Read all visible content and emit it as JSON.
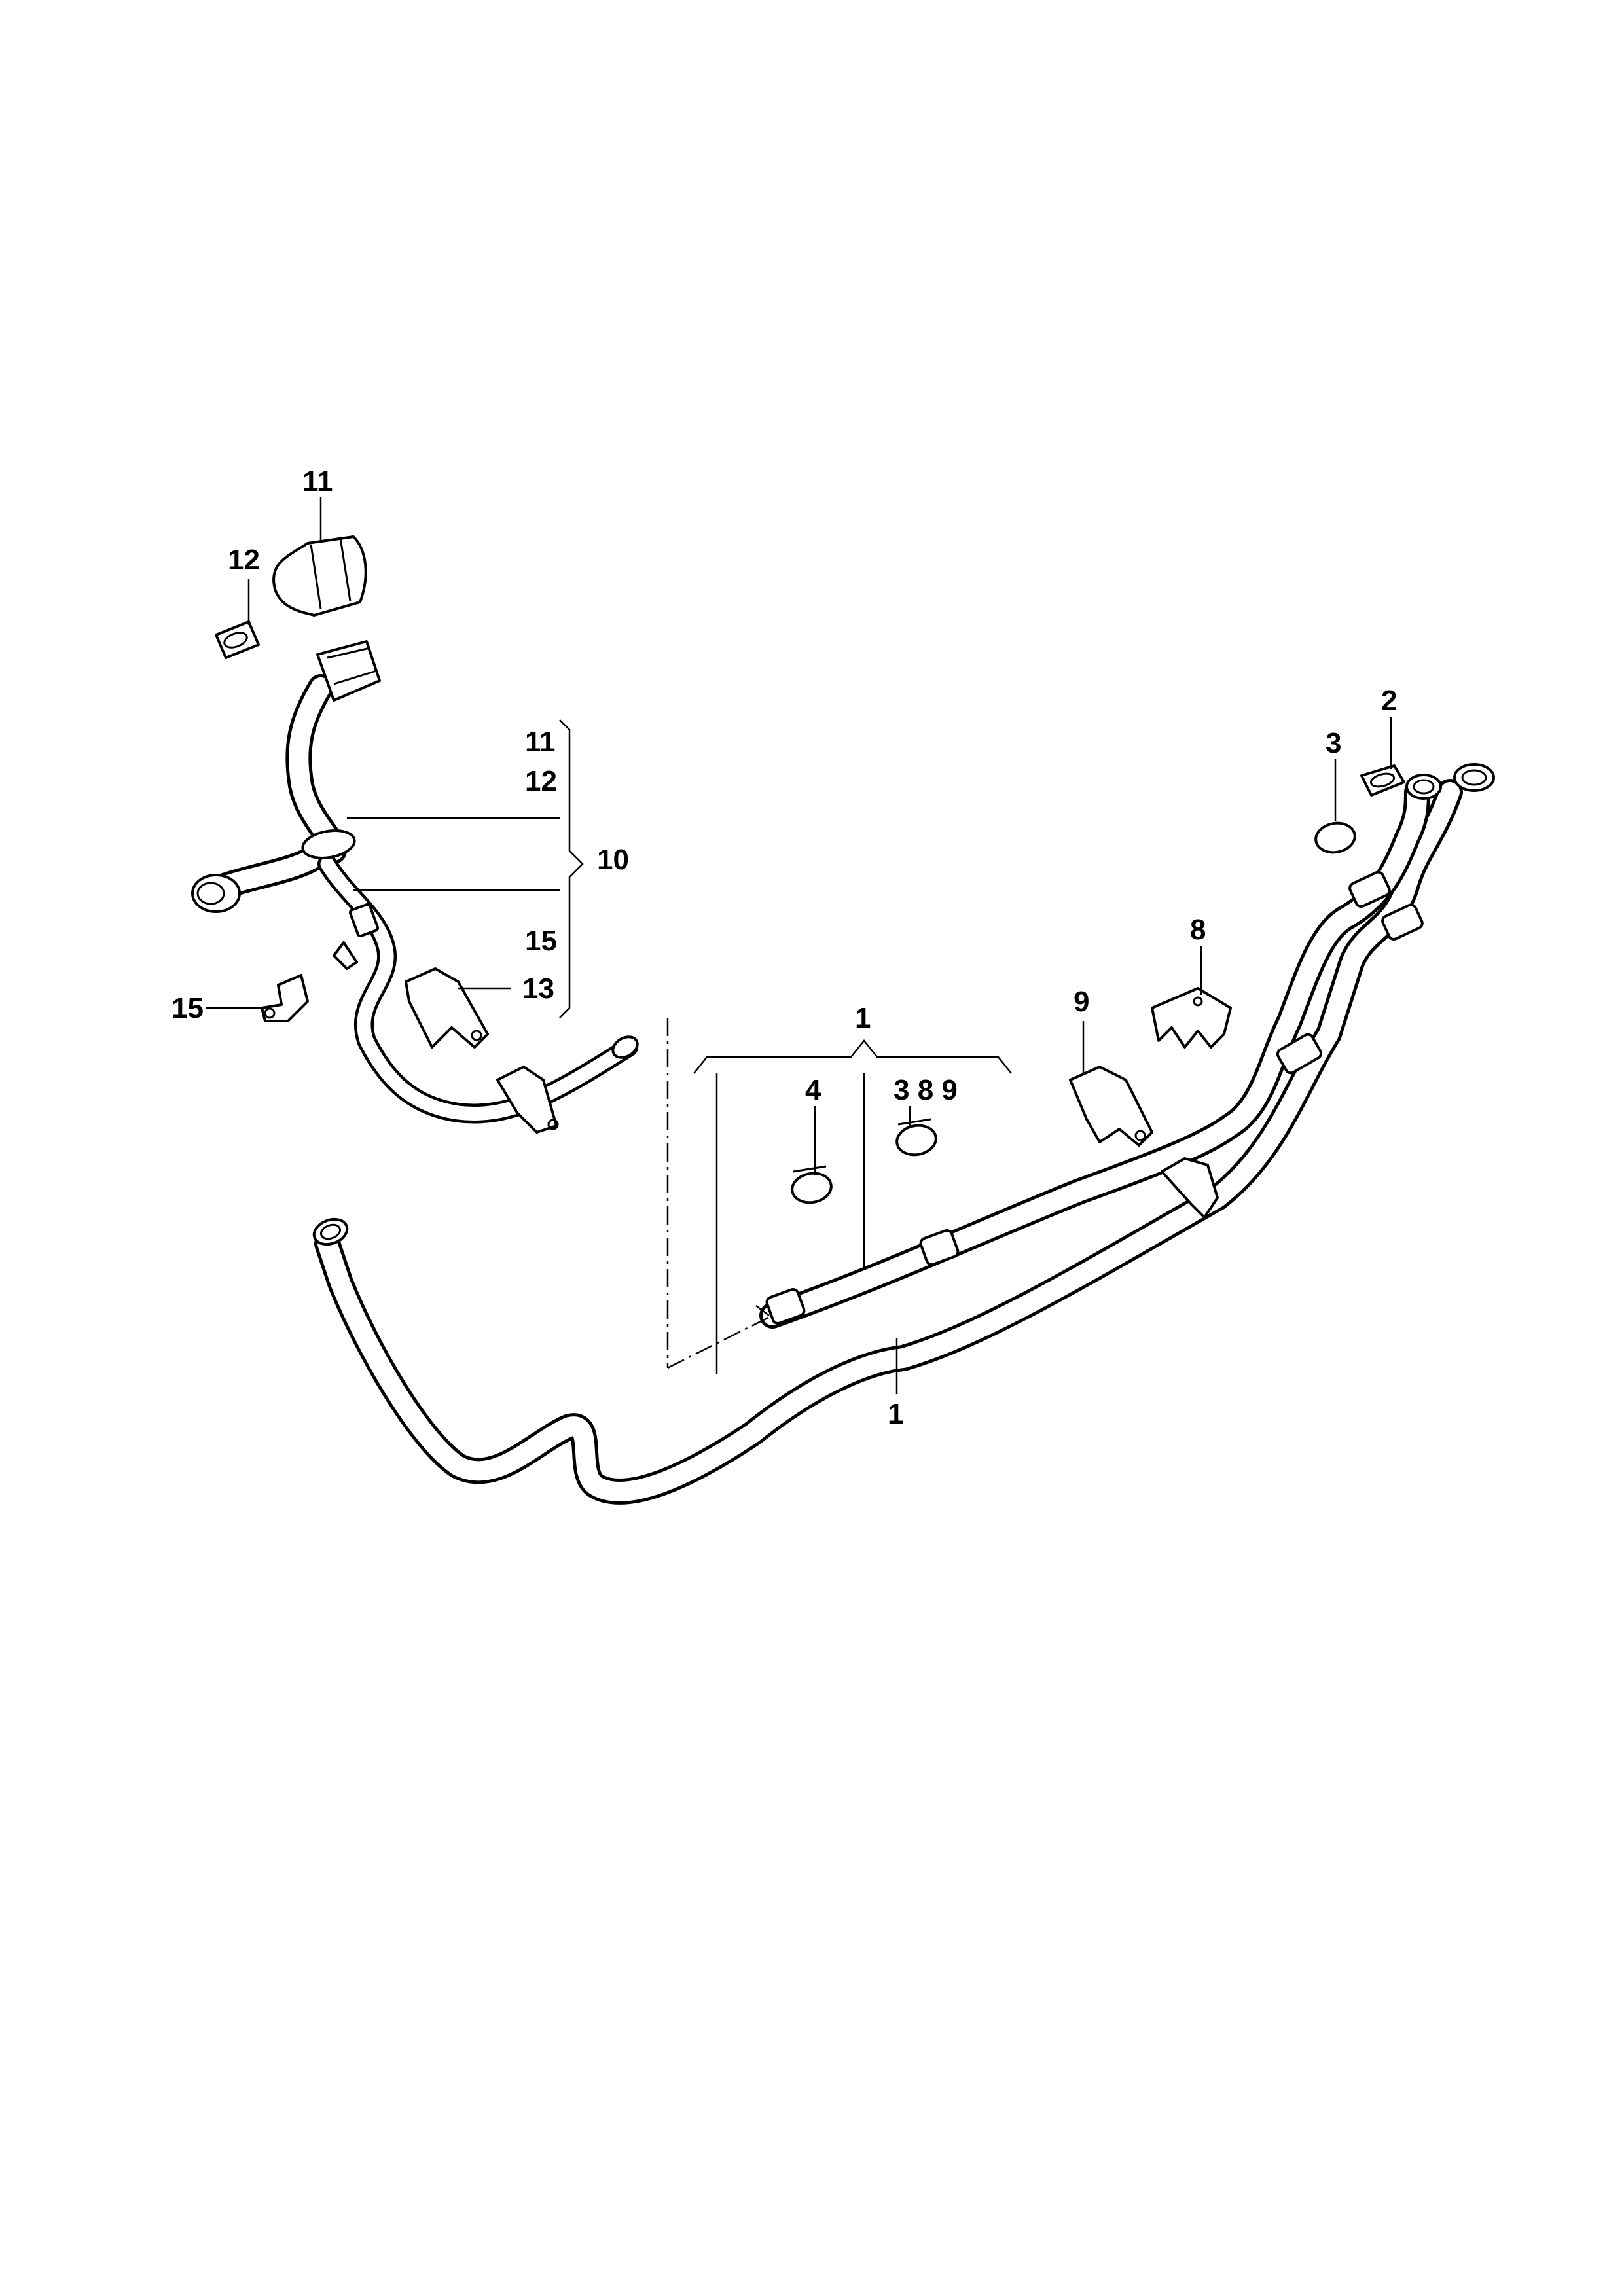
{
  "callouts": {
    "p11_top": "11",
    "p12_top": "12",
    "group10_item_11": "11",
    "group10_item_12": "12",
    "group10_item_15": "15",
    "group10_label": "10",
    "p15_left": "15",
    "p13": "13",
    "group1_label": "1",
    "p4": "4",
    "p3_8_9": "3 8 9",
    "p9": "9",
    "p8": "8",
    "p3_right": "3",
    "p2": "2",
    "p1_bottom": "1"
  }
}
